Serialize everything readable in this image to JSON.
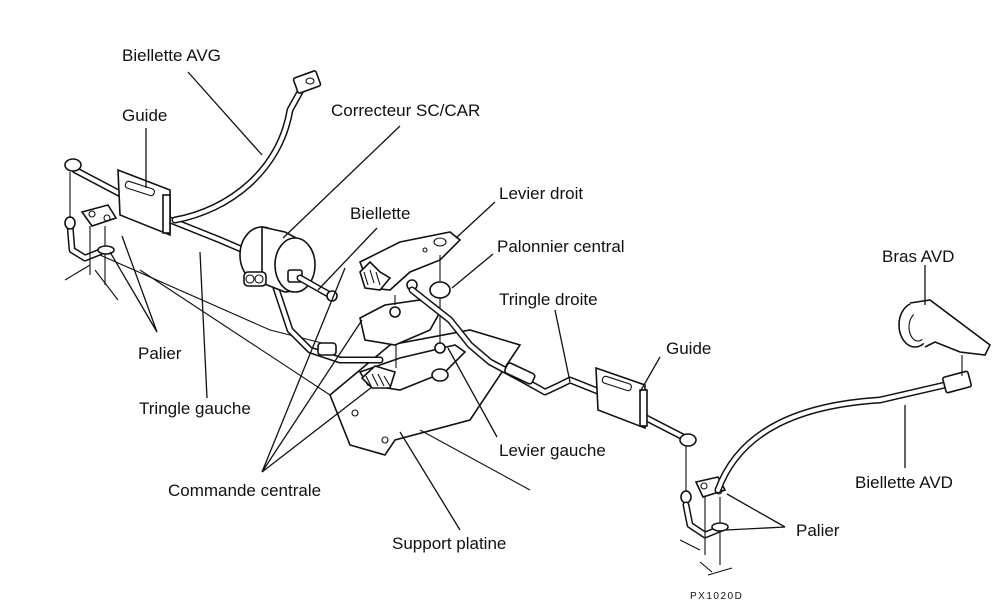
{
  "diagram": {
    "reference_code": "PX1020D",
    "labels": {
      "biellette_avg": "Biellette AVG",
      "guide_left": "Guide",
      "correcteur": "Correcteur SC/CAR",
      "biellette": "Biellette",
      "levier_droit": "Levier droit",
      "palonnier_central": "Palonnier central",
      "tringle_droite": "Tringle droite",
      "bras_avd": "Bras AVD",
      "guide_right": "Guide",
      "palier_left": "Palier",
      "tringle_gauche": "Tringle gauche",
      "levier_gauche": "Levier gauche",
      "commande_centrale": "Commande centrale",
      "biellette_avd": "Biellette AVD",
      "palier_right": "Palier",
      "support_platine": "Support platine"
    }
  }
}
